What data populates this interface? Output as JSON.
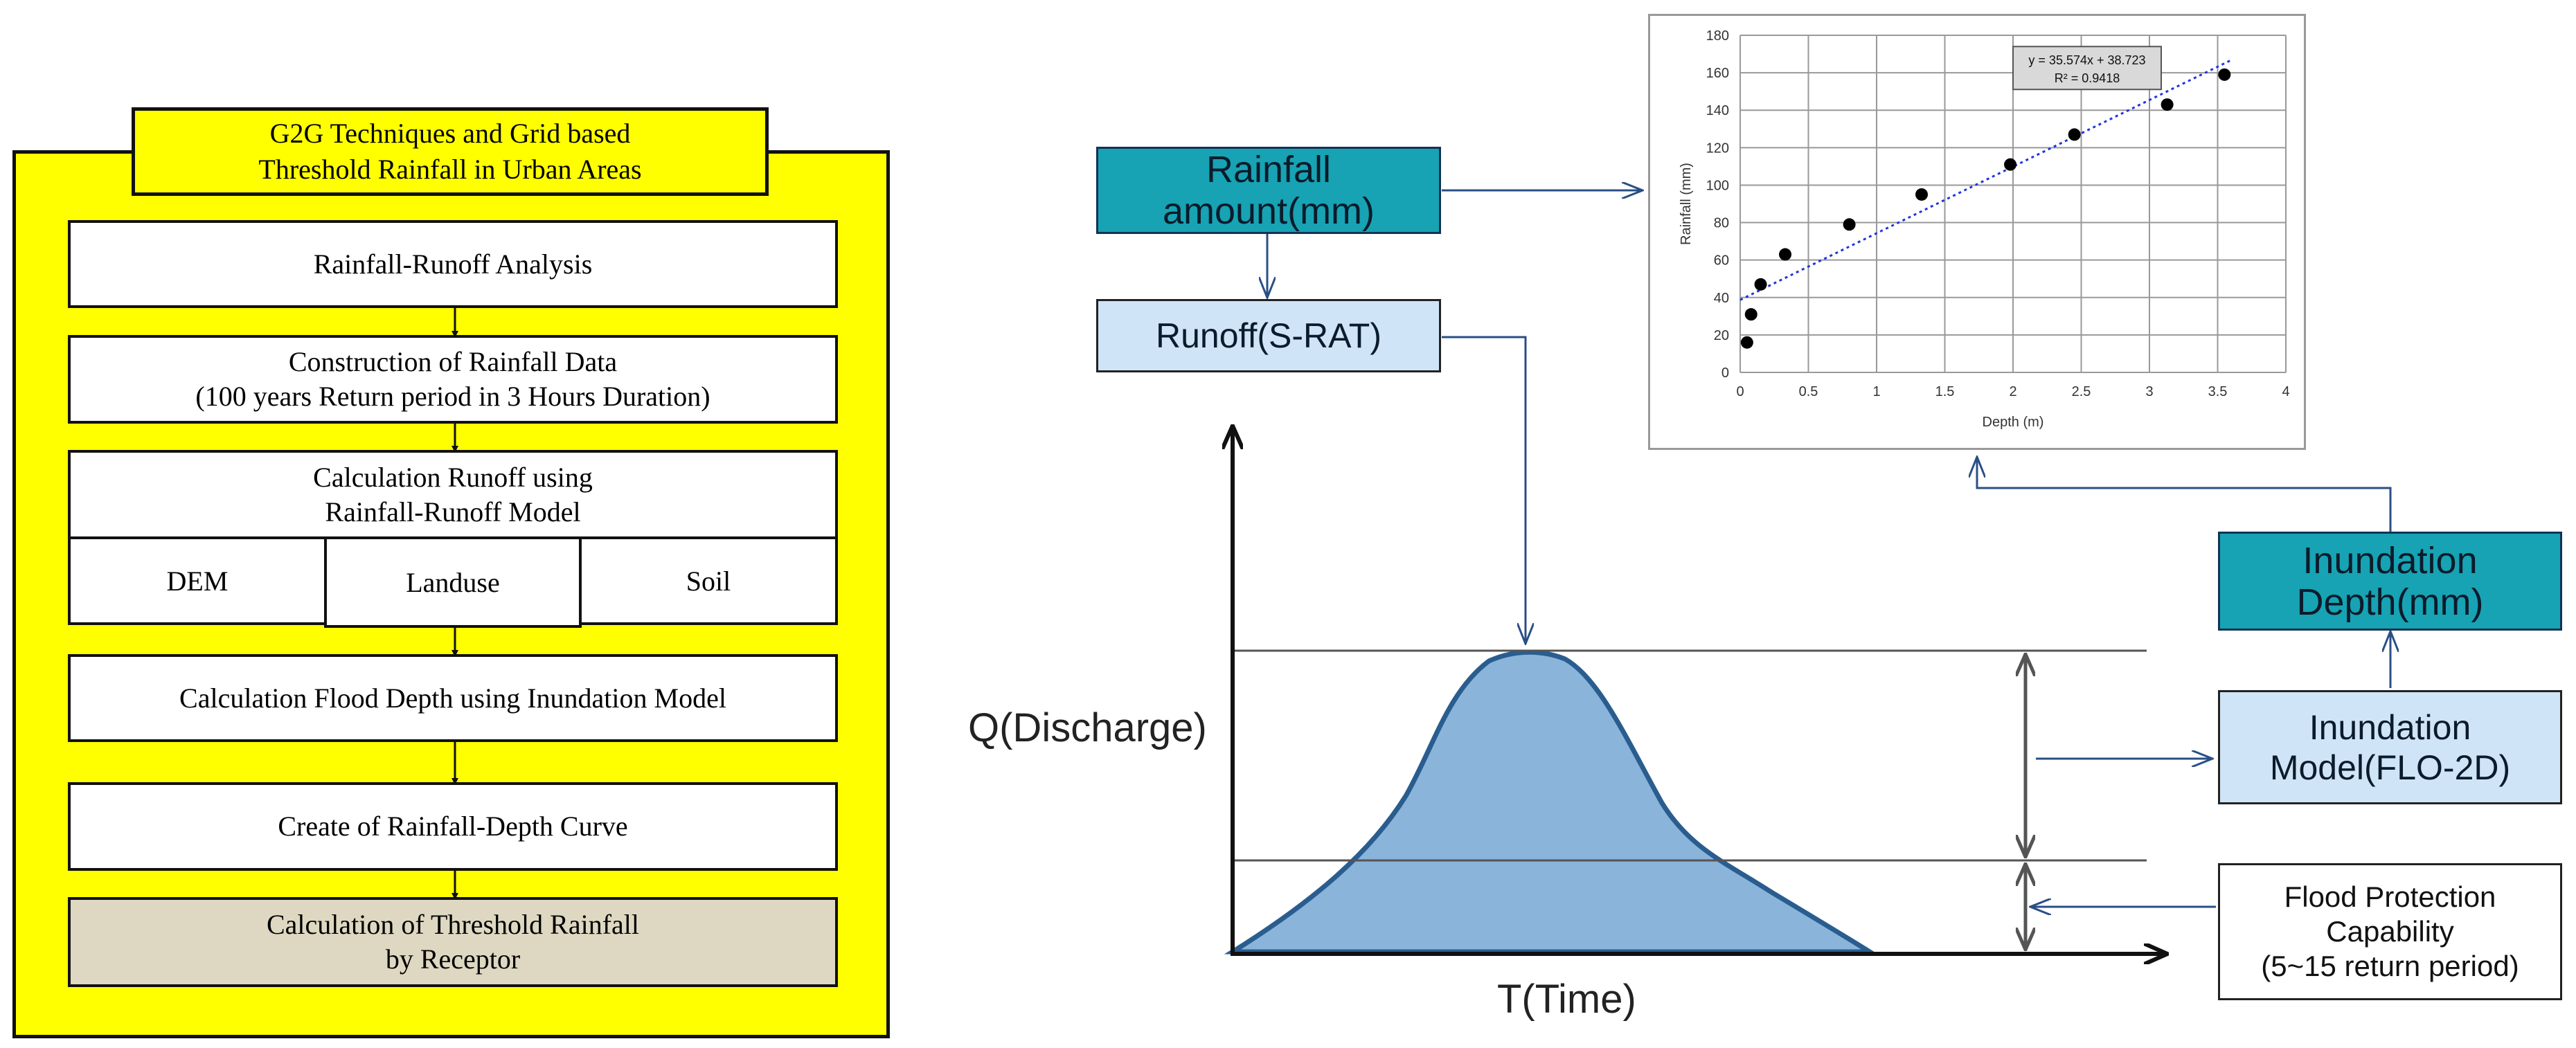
{
  "flowchart": {
    "title_line1": "G2G Techniques and Grid based",
    "title_line2": "Threshold Rainfall in  Urban Areas",
    "step1": "Rainfall-Runoff Analysis",
    "step2_line1": "Construction of Rainfall Data",
    "step2_line2": "(100 years Return period in 3  Hours Duration)",
    "step3_line1": "Calculation Runoff using",
    "step3_line2": "Rainfall-Runoff Model",
    "cell_dem": "DEM",
    "cell_landuse": "Landuse",
    "cell_soil": "Soil",
    "step4": "Calculation Flood Depth using Inundation Model",
    "step5": "Create of Rainfall-Depth Curve",
    "step6_line1": "Calculation of  Threshold Rainfall",
    "step6_line2": "by Receptor"
  },
  "diagram": {
    "rainfall_line1": "Rainfall",
    "rainfall_line2": "amount(mm)",
    "runoff": "Runoff(S-RAT)",
    "inundation_depth_line1": "Inundation",
    "inundation_depth_line2": "Depth(mm)",
    "inundation_model_line1": "Inundation",
    "inundation_model_line2": "Model(FLO-2D)",
    "flood_line1": "Flood Protection",
    "flood_line2": "Capability",
    "flood_line3": "(5~15 return period)",
    "y_axis_label": "Q(Discharge)",
    "x_axis_label": "T(Time)"
  },
  "colors": {
    "panel": "#ffff00",
    "teal": "#17a3b3",
    "light_blue": "#cfe4f6",
    "hydrograph_fill": "#8ab4da",
    "hydrograph_stroke": "#2a5d8f",
    "arrow": "#2a4f86",
    "final_step": "#ded8c2"
  },
  "chart_data": {
    "type": "scatter",
    "xlabel": "Depth (m)",
    "ylabel": "Rainfall (mm)",
    "xlim": [
      0,
      4
    ],
    "ylim": [
      0,
      180
    ],
    "xticks": [
      "0",
      "0.5",
      "1",
      "1.5",
      "2",
      "2.5",
      "3",
      "3.5",
      "4"
    ],
    "yticks": [
      "0",
      "20",
      "40",
      "60",
      "80",
      "100",
      "120",
      "140",
      "160",
      "180"
    ],
    "grid": true,
    "points": [
      {
        "x": 0.05,
        "y": 16
      },
      {
        "x": 0.08,
        "y": 31
      },
      {
        "x": 0.15,
        "y": 47
      },
      {
        "x": 0.33,
        "y": 63
      },
      {
        "x": 0.8,
        "y": 79
      },
      {
        "x": 1.33,
        "y": 95
      },
      {
        "x": 1.98,
        "y": 111
      },
      {
        "x": 2.45,
        "y": 127
      },
      {
        "x": 3.13,
        "y": 143
      },
      {
        "x": 3.55,
        "y": 159
      }
    ],
    "trendline": {
      "slope": 35.574,
      "intercept": 38.723,
      "x_range": [
        0,
        3.6
      ]
    },
    "equation_line1": "y = 35.574x + 38.723",
    "equation_line2": "R² = 0.9418"
  }
}
